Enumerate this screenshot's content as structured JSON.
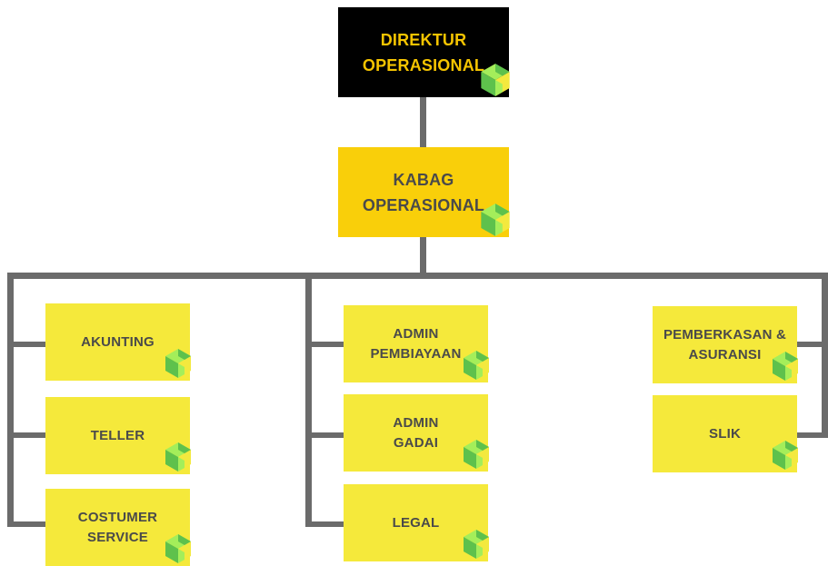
{
  "colors": {
    "line": "#6b6b6b",
    "director_bg": "#000000",
    "director_text": "#f5c400",
    "kabag_bg": "#f9cf0a",
    "unit_bg": "#f5e93b",
    "unit_text": "#4a4a4a",
    "cube_light": "#a4ee5a",
    "cube_green": "#5ec14c",
    "cube_yellow": "#f3e93e"
  },
  "icon": "cube-icon",
  "director": {
    "label": "DIREKTUR\nOPERASIONAL"
  },
  "kabag": {
    "label": "KABAG\nOPERASIONAL"
  },
  "columns": [
    {
      "units": [
        {
          "label": "AKUNTING"
        },
        {
          "label": "TELLER"
        },
        {
          "label": "COSTUMER\nSERVICE"
        }
      ]
    },
    {
      "units": [
        {
          "label": "ADMIN\nPEMBIAYAAN"
        },
        {
          "label": "ADMIN\nGADAI"
        },
        {
          "label": "LEGAL"
        }
      ]
    },
    {
      "units": [
        {
          "label": "PEMBERKASAN &\nASURANSI"
        },
        {
          "label": "SLIK"
        }
      ]
    }
  ]
}
